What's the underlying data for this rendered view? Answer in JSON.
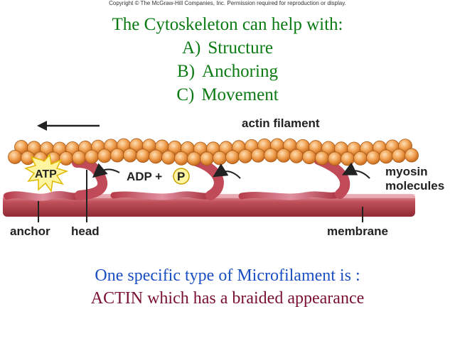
{
  "copyright": "Copyright © The McGraw-Hill Companies, Inc. Permission required for reproduction or display.",
  "title": {
    "heading": "The Cytoskeleton can help with:",
    "items": [
      {
        "letter": "A)",
        "text": "Structure"
      },
      {
        "letter": "B)",
        "text": "Anchoring"
      },
      {
        "letter": "C)",
        "text": "Movement"
      }
    ]
  },
  "diagram": {
    "actin_label": "actin filament",
    "atp_label": "ATP",
    "adp_label": "ADP +",
    "p_label": "P",
    "myosin_label_1": "myosin",
    "myosin_label_2": "molecules",
    "anchor_label": "anchor",
    "head_label": "head",
    "membrane_label": "membrane"
  },
  "caption": {
    "line1": "One specific type of Microfilament is :",
    "line2": "ACTIN which has a braided appearance"
  }
}
